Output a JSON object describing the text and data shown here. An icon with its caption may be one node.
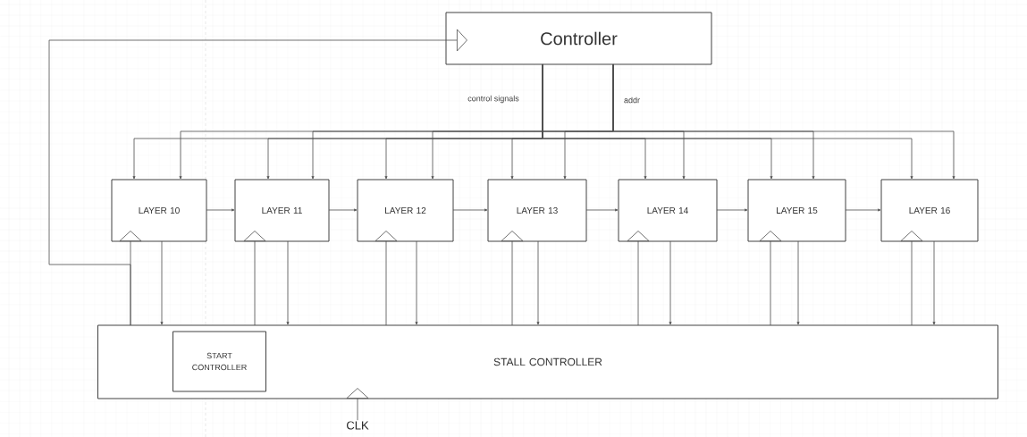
{
  "diagram": {
    "nodes": [
      {
        "text": [
          "Controller"
        ]
      },
      {
        "text": [
          "LAYER 10"
        ]
      },
      {
        "text": [
          "LAYER 11"
        ]
      },
      {
        "text": [
          "LAYER 12"
        ]
      },
      {
        "text": [
          "LAYER 13"
        ]
      },
      {
        "text": [
          "LAYER 14"
        ]
      },
      {
        "text": [
          "LAYER 15"
        ]
      },
      {
        "text": [
          "LAYER 16"
        ]
      },
      {
        "text": [
          "STALL CONTROLLER"
        ]
      },
      {
        "text": [
          "START CONTROLLER"
        ],
        "in": 8
      },
      {
        "text": [
          "CLK"
        ]
      }
    ],
    "edges": [
      {
        "from": 0,
        "to": 1,
        "arrow": "to",
        "label": "control signals"
      },
      {
        "from": 0,
        "to": 2,
        "arrow": "to"
      },
      {
        "from": 0,
        "to": 3,
        "arrow": "to"
      },
      {
        "from": 0,
        "to": 4,
        "arrow": "to"
      },
      {
        "from": 0,
        "to": 5,
        "arrow": "to"
      },
      {
        "from": 0,
        "to": 6,
        "arrow": "to"
      },
      {
        "from": 0,
        "to": 7,
        "arrow": "to"
      },
      {
        "from": 0,
        "to": 1,
        "arrow": "to",
        "label": "addr"
      },
      {
        "from": 0,
        "to": 2,
        "arrow": "to"
      },
      {
        "from": 0,
        "to": 3,
        "arrow": "to"
      },
      {
        "from": 0,
        "to": 4,
        "arrow": "to"
      },
      {
        "from": 0,
        "to": 5,
        "arrow": "to"
      },
      {
        "from": 0,
        "to": 6,
        "arrow": "to"
      },
      {
        "from": 0,
        "to": 7,
        "arrow": "to"
      },
      {
        "from": 1,
        "to": 2,
        "arrow": "to"
      },
      {
        "from": 2,
        "to": 3,
        "arrow": "to"
      },
      {
        "from": 3,
        "to": 4,
        "arrow": "to"
      },
      {
        "from": 4,
        "to": 5,
        "arrow": "to"
      },
      {
        "from": 5,
        "to": 6,
        "arrow": "to"
      },
      {
        "from": 6,
        "to": 7,
        "arrow": "to"
      },
      {
        "from": 8,
        "to": 1,
        "arrow": "to"
      },
      {
        "from": 8,
        "to": 2,
        "arrow": "to"
      },
      {
        "from": 8,
        "to": 3,
        "arrow": "to"
      },
      {
        "from": 8,
        "to": 4,
        "arrow": "to"
      },
      {
        "from": 8,
        "to": 5,
        "arrow": "to"
      },
      {
        "from": 8,
        "to": 6,
        "arrow": "to"
      },
      {
        "from": 8,
        "to": 7,
        "arrow": "to"
      },
      {
        "from": 1,
        "to": 8,
        "arrow": "to"
      },
      {
        "from": 2,
        "to": 8,
        "arrow": "to"
      },
      {
        "from": 3,
        "to": 8,
        "arrow": "to"
      },
      {
        "from": 4,
        "to": 8,
        "arrow": "to"
      },
      {
        "from": 5,
        "to": 8,
        "arrow": "to"
      },
      {
        "from": 6,
        "to": 8,
        "arrow": "to"
      },
      {
        "from": 7,
        "to": 8,
        "arrow": "to"
      },
      {
        "from": 8,
        "to": 0,
        "arrow": "to"
      },
      {
        "from": 10,
        "to": 8,
        "arrow": "to"
      }
    ]
  }
}
